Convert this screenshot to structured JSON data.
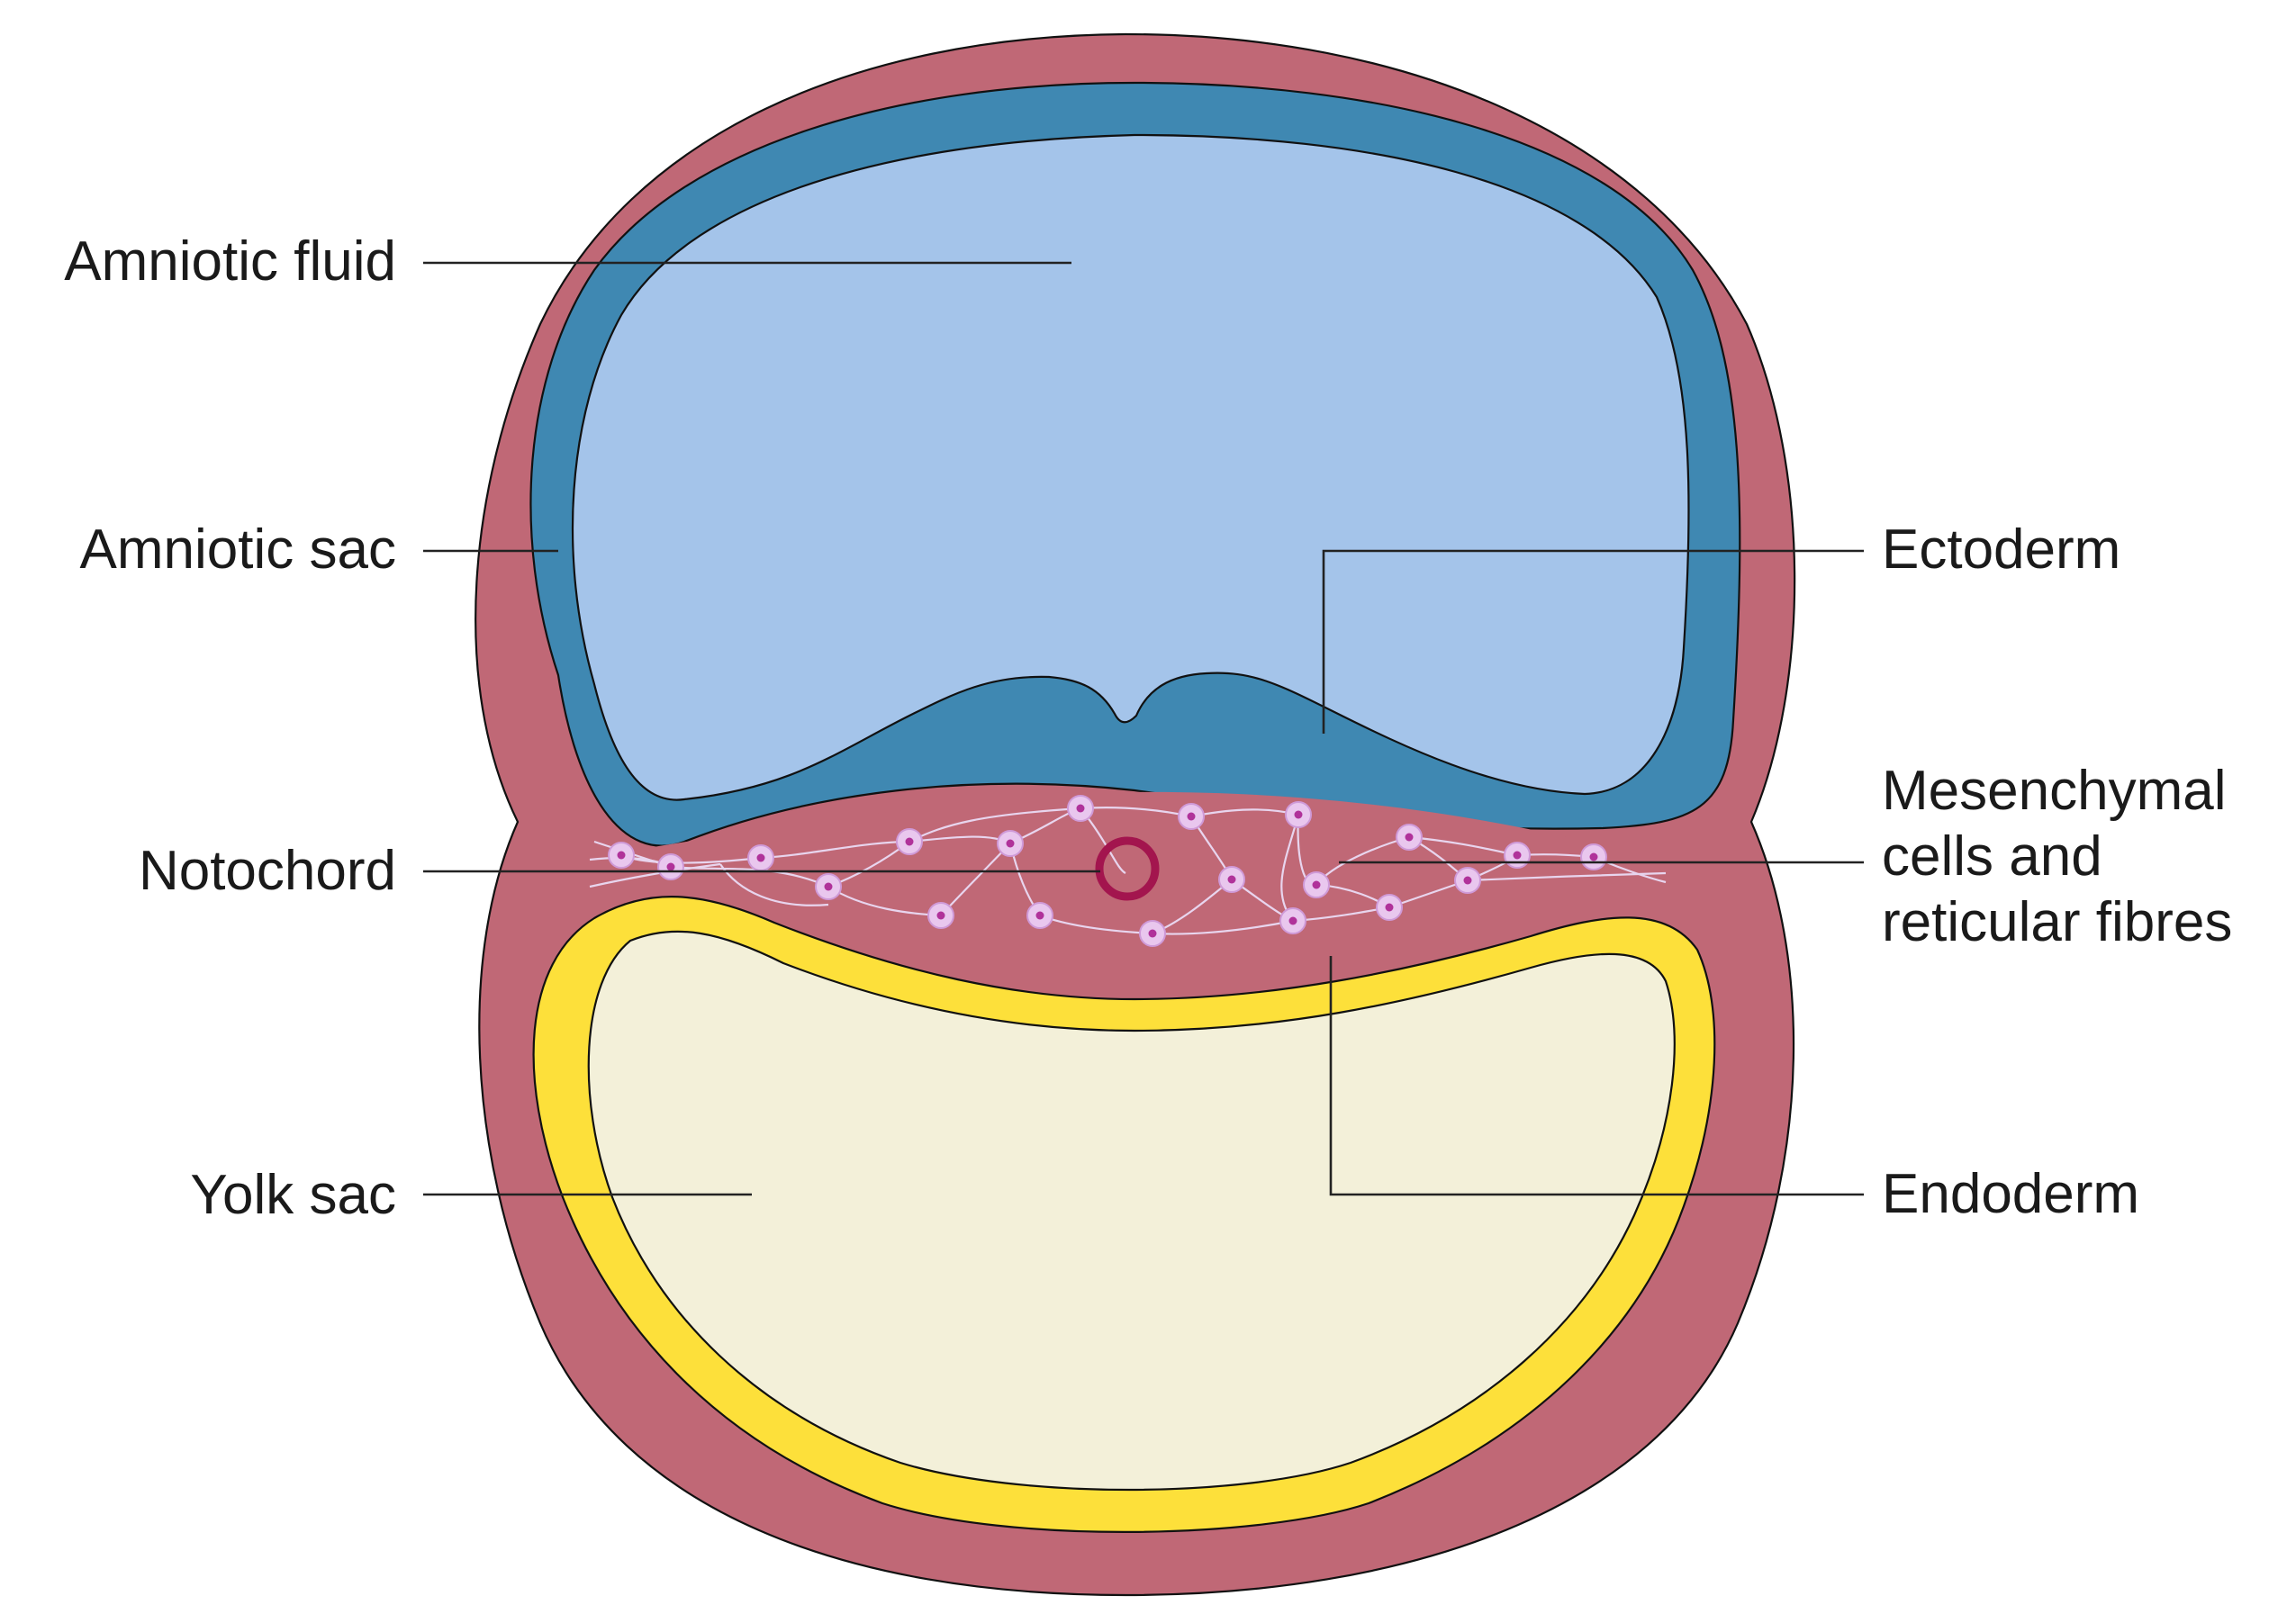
{
  "labels": {
    "amniotic_fluid": "Amniotic fluid",
    "amniotic_sac": "Amniotic sac",
    "notochord": "Notochord",
    "yolk_sac": "Yolk sac",
    "ectoderm": "Ectoderm",
    "mesenchymal": "Mesenchymal\ncells and\nreticular fibres",
    "endoderm": "Endoderm"
  },
  "colors": {
    "outer_layer": "#c06876",
    "amniotic_sac": "#3f88b2",
    "amniotic_fluid": "#a4c4ea",
    "yolk_layer": "#fde03a",
    "yolk_fluid": "#f3f0d9",
    "mesenchyme": "#c06876",
    "notochord": "#a3154e",
    "cells": "#e9c7ee"
  }
}
